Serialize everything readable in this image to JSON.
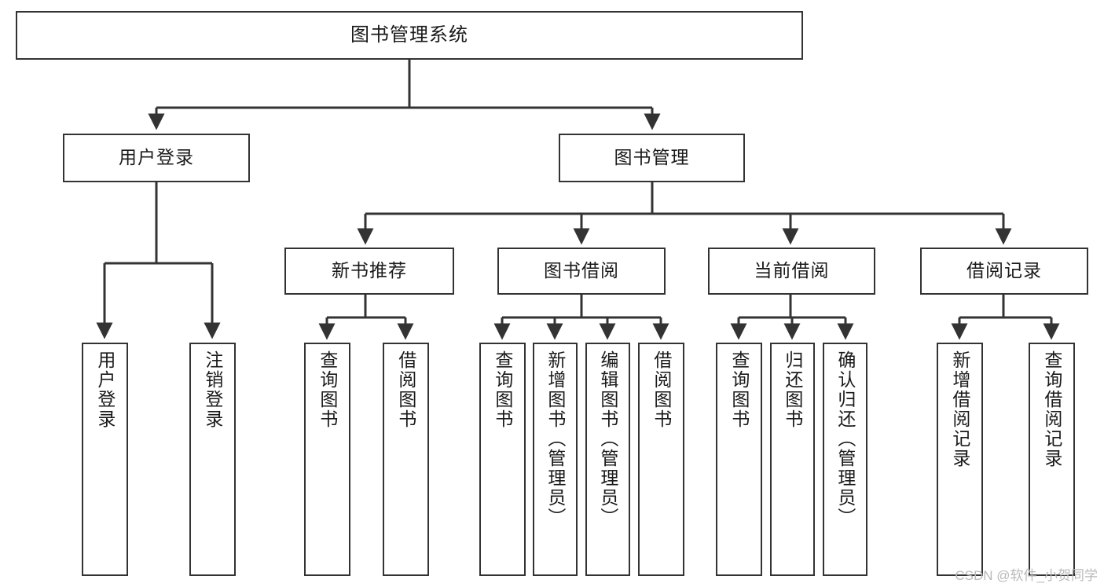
{
  "diagram": {
    "title": "图书管理系统",
    "type": "tree-hierarchy",
    "watermark": "CSDN @软件_小贺同学",
    "colors": {
      "stroke": "#333333",
      "fill": "#ffffff",
      "text": "#1a1a1a",
      "watermark": "#b9b9b9"
    },
    "root": {
      "label": "图书管理系统"
    },
    "level2": [
      {
        "label": "用户登录"
      },
      {
        "label": "图书管理"
      }
    ],
    "level3": [
      {
        "label": "新书推荐"
      },
      {
        "label": "图书借阅"
      },
      {
        "label": "当前借阅"
      },
      {
        "label": "借阅记录"
      }
    ],
    "leaves": {
      "user_login": [
        {
          "label": "用户登录"
        },
        {
          "label": "注销登录"
        }
      ],
      "new_book_rec": [
        {
          "label": "查询图书"
        },
        {
          "label": "借阅图书"
        }
      ],
      "book_borrow": [
        {
          "label": "查询图书"
        },
        {
          "label": "新增图书（管理员）"
        },
        {
          "label": "编辑图书（管理员）"
        },
        {
          "label": "借阅图书"
        }
      ],
      "current_borrow": [
        {
          "label": "查询图书"
        },
        {
          "label": "归还图书"
        },
        {
          "label": "确认归还（管理员）"
        }
      ],
      "borrow_record": [
        {
          "label": "新增借阅记录"
        },
        {
          "label": "查询借阅记录"
        }
      ]
    }
  }
}
